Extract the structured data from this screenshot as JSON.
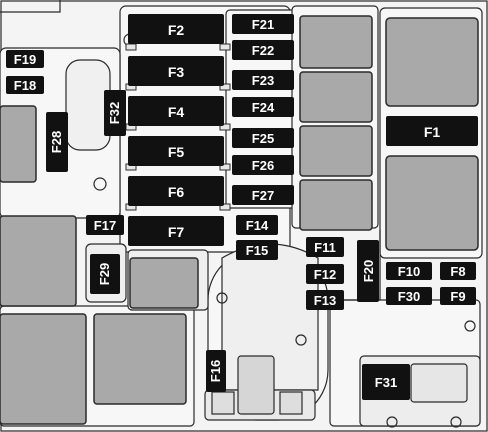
{
  "fuses": {
    "F1": "F1",
    "F2": "F2",
    "F3": "F3",
    "F4": "F4",
    "F5": "F5",
    "F6": "F6",
    "F7": "F7",
    "F8": "F8",
    "F9": "F9",
    "F10": "F10",
    "F11": "F11",
    "F12": "F12",
    "F13": "F13",
    "F14": "F14",
    "F15": "F15",
    "F16": "F16",
    "F17": "F17",
    "F18": "F18",
    "F19": "F19",
    "F20": "F20",
    "F21": "F21",
    "F22": "F22",
    "F23": "F23",
    "F24": "F24",
    "F25": "F25",
    "F26": "F26",
    "F27": "F27",
    "F28": "F28",
    "F29": "F29",
    "F30": "F30",
    "F31": "F31",
    "F32": "F32"
  },
  "colors": {
    "housing": "#f4f4f4",
    "outline": "#2a2a2a",
    "relay_fill": "#a9a9a9",
    "fuse_fill": "#111111",
    "label_text": "#ffffff"
  }
}
